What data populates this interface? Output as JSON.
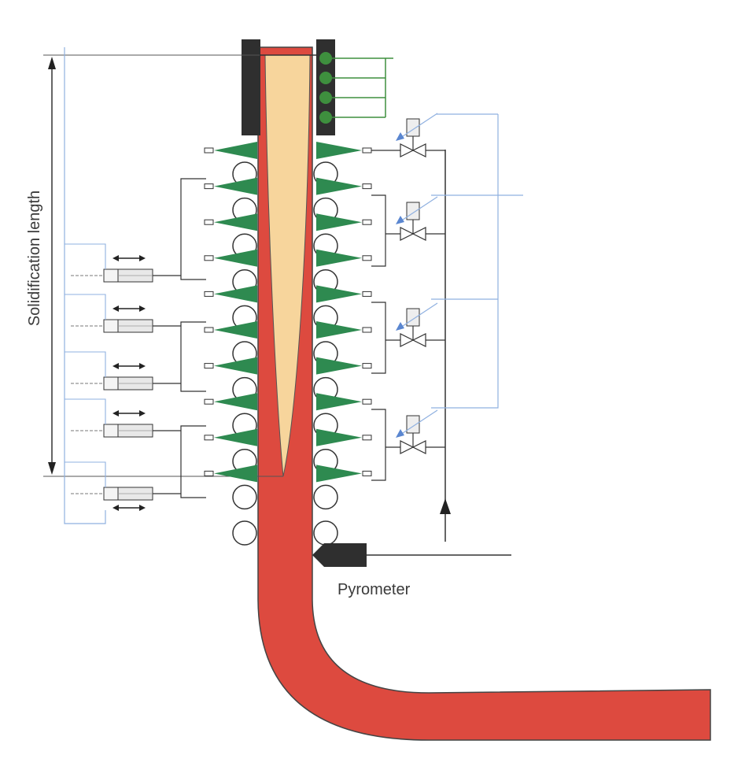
{
  "diagram": {
    "labels": {
      "solidification_length": "Solidification length",
      "pyrometer": "Pyrometer"
    },
    "colors": {
      "strand": "#dd4a3f",
      "liquid_core": "#f7d59c",
      "mould": "#2f2f2f",
      "spray": "#2e8a50",
      "cooling_line": "#3e8f3e",
      "signal_line": "#8fb0e0",
      "roll_fill": "#ffffff",
      "line": "#333333"
    },
    "counts": {
      "mould_cooling_circuits": 4,
      "roll_pairs": 11,
      "spray_nozzle_rows": 10,
      "segment_actuators": 5,
      "spray_control_valves": 4
    }
  }
}
